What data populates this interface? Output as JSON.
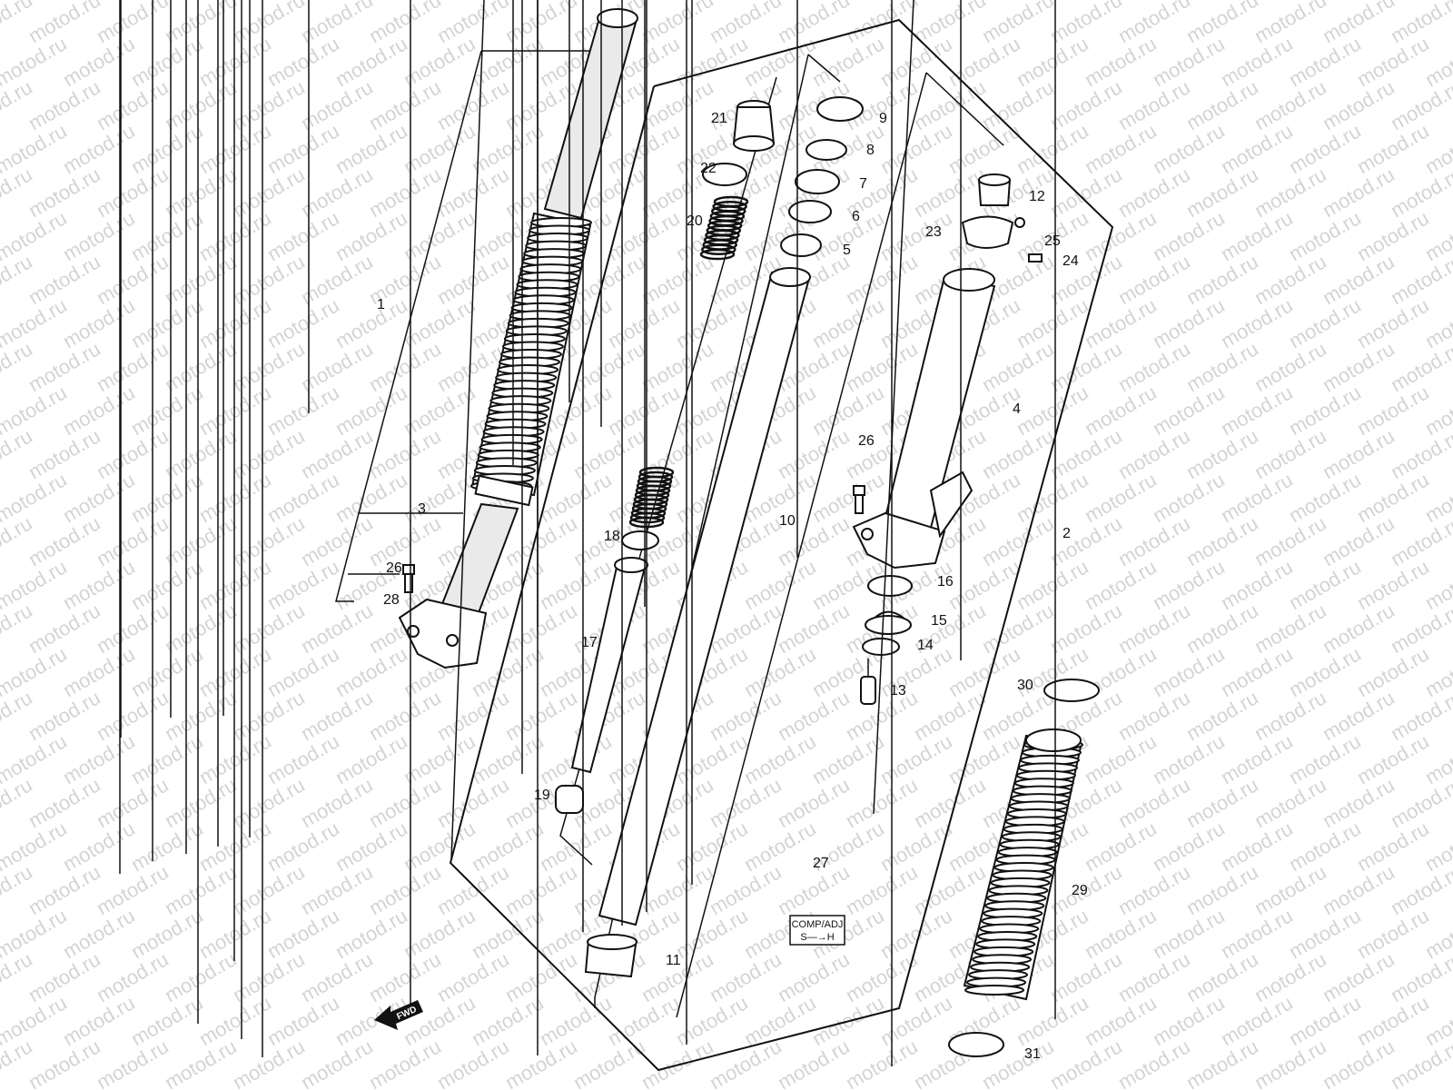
{
  "watermark": {
    "text": "motod.ru",
    "color": "#d4d4d4"
  },
  "label_box": {
    "line1": "COMP/ADJ",
    "line2": "S—→H"
  },
  "direction_badge": {
    "text": "FWD"
  },
  "callouts": [
    {
      "id": "1",
      "text": "1"
    },
    {
      "id": "2",
      "text": "2"
    },
    {
      "id": "3",
      "text": "3"
    },
    {
      "id": "4",
      "text": "4"
    },
    {
      "id": "5",
      "text": "5"
    },
    {
      "id": "6",
      "text": "6"
    },
    {
      "id": "7",
      "text": "7"
    },
    {
      "id": "8",
      "text": "8"
    },
    {
      "id": "9",
      "text": "9"
    },
    {
      "id": "10",
      "text": "10"
    },
    {
      "id": "11",
      "text": "11"
    },
    {
      "id": "12",
      "text": "12"
    },
    {
      "id": "13",
      "text": "13"
    },
    {
      "id": "14",
      "text": "14"
    },
    {
      "id": "15",
      "text": "15"
    },
    {
      "id": "16",
      "text": "16"
    },
    {
      "id": "17",
      "text": "17"
    },
    {
      "id": "18",
      "text": "18"
    },
    {
      "id": "19",
      "text": "19"
    },
    {
      "id": "20",
      "text": "20"
    },
    {
      "id": "21",
      "text": "21"
    },
    {
      "id": "22",
      "text": "22"
    },
    {
      "id": "23",
      "text": "23"
    },
    {
      "id": "24",
      "text": "24"
    },
    {
      "id": "25",
      "text": "25"
    },
    {
      "id": "26a",
      "text": "26"
    },
    {
      "id": "26b",
      "text": "26"
    },
    {
      "id": "27",
      "text": "27"
    },
    {
      "id": "28",
      "text": "28"
    },
    {
      "id": "29",
      "text": "29"
    },
    {
      "id": "30",
      "text": "30"
    },
    {
      "id": "31",
      "text": "31"
    }
  ]
}
